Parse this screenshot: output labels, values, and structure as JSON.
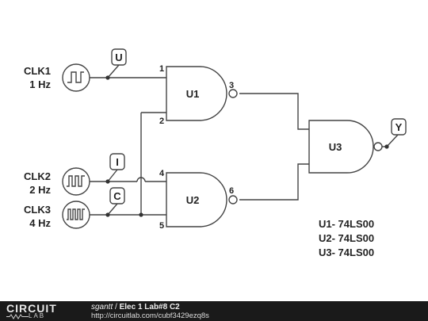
{
  "circuit": {
    "sources": [
      {
        "name": "CLK1",
        "freq": "1 Hz"
      },
      {
        "name": "CLK2",
        "freq": "2 Hz"
      },
      {
        "name": "CLK3",
        "freq": "4 Hz"
      }
    ],
    "probes": [
      "U",
      "I",
      "C",
      "Y"
    ],
    "gates": [
      "U1",
      "U2",
      "U3"
    ],
    "pins": [
      "1",
      "2",
      "3",
      "4",
      "5",
      "6"
    ],
    "parts": [
      "U1- 74LS00",
      "U2- 74LS00",
      "U3- 74LS00"
    ]
  },
  "footer": {
    "logo_main": "CIRCUIT",
    "logo_sub": "LAB",
    "user": "sgantt",
    "separator": " / ",
    "title": "Elec 1 Lab#8 C2",
    "url": "http://circuitlab.com/cubf3429ezq8s"
  }
}
